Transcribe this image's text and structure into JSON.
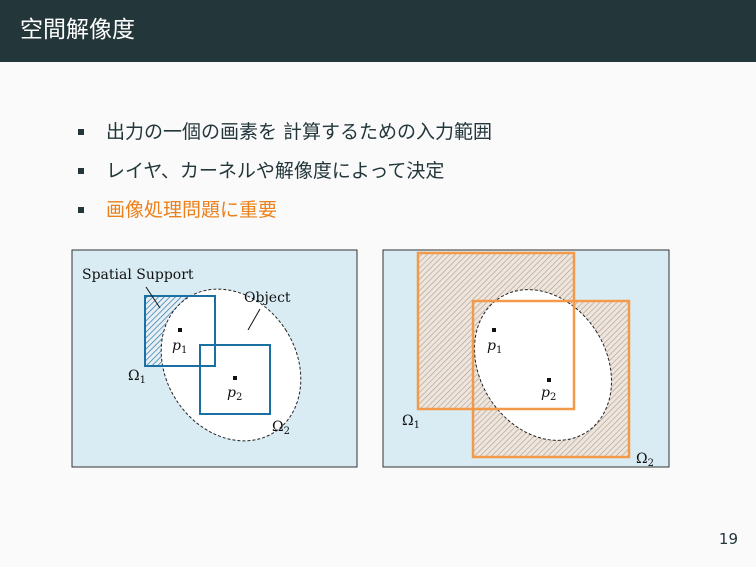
{
  "header": {
    "title": "空間解像度"
  },
  "bullets": [
    {
      "text": "出力の一個の画素を 計算するための入力範囲"
    },
    {
      "text": "レイヤ、カーネルや解像度によって決定"
    },
    {
      "text": "画像処理問題に重要"
    }
  ],
  "figure": {
    "left": {
      "spatial_support_label": "Spatial Support",
      "object_label": "Object",
      "p1_base": "p",
      "p1_sub": "1",
      "p2_base": "p",
      "p2_sub": "2",
      "omega1_base": "Ω",
      "omega1_sub": "1",
      "omega2_base": "Ω",
      "omega2_sub": "2"
    },
    "right": {
      "p1_base": "p",
      "p1_sub": "1",
      "p2_base": "p",
      "p2_sub": "2",
      "omega1_base": "Ω",
      "omega1_sub": "1",
      "omega2_base": "Ω",
      "omega2_sub": "2"
    }
  },
  "page_number": "19",
  "colors": {
    "header_bg": "#23373b",
    "accent": "#eb811b",
    "blue": "#1a6fa3",
    "orange": "#f39a4a",
    "panel_bg": "#d9ecf3"
  }
}
